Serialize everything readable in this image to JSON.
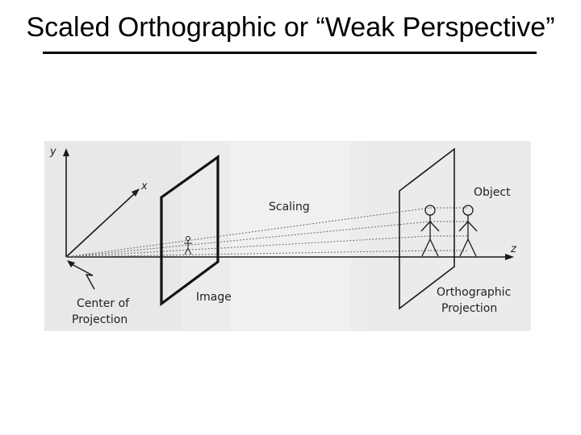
{
  "slide": {
    "title": "Scaled Orthographic or “Weak Perspective”"
  },
  "diagram": {
    "axis_y": "y",
    "axis_x": "x",
    "axis_z": "z",
    "label_scaling": "Scaling",
    "label_object": "Object",
    "label_image": "Image",
    "label_center_line1": "Center of",
    "label_center_line2": "Projection",
    "label_ortho_line1": "Orthographic",
    "label_ortho_line2": "Projection",
    "colors": {
      "background": "#ececec",
      "ink": "#1a1a1a"
    }
  }
}
